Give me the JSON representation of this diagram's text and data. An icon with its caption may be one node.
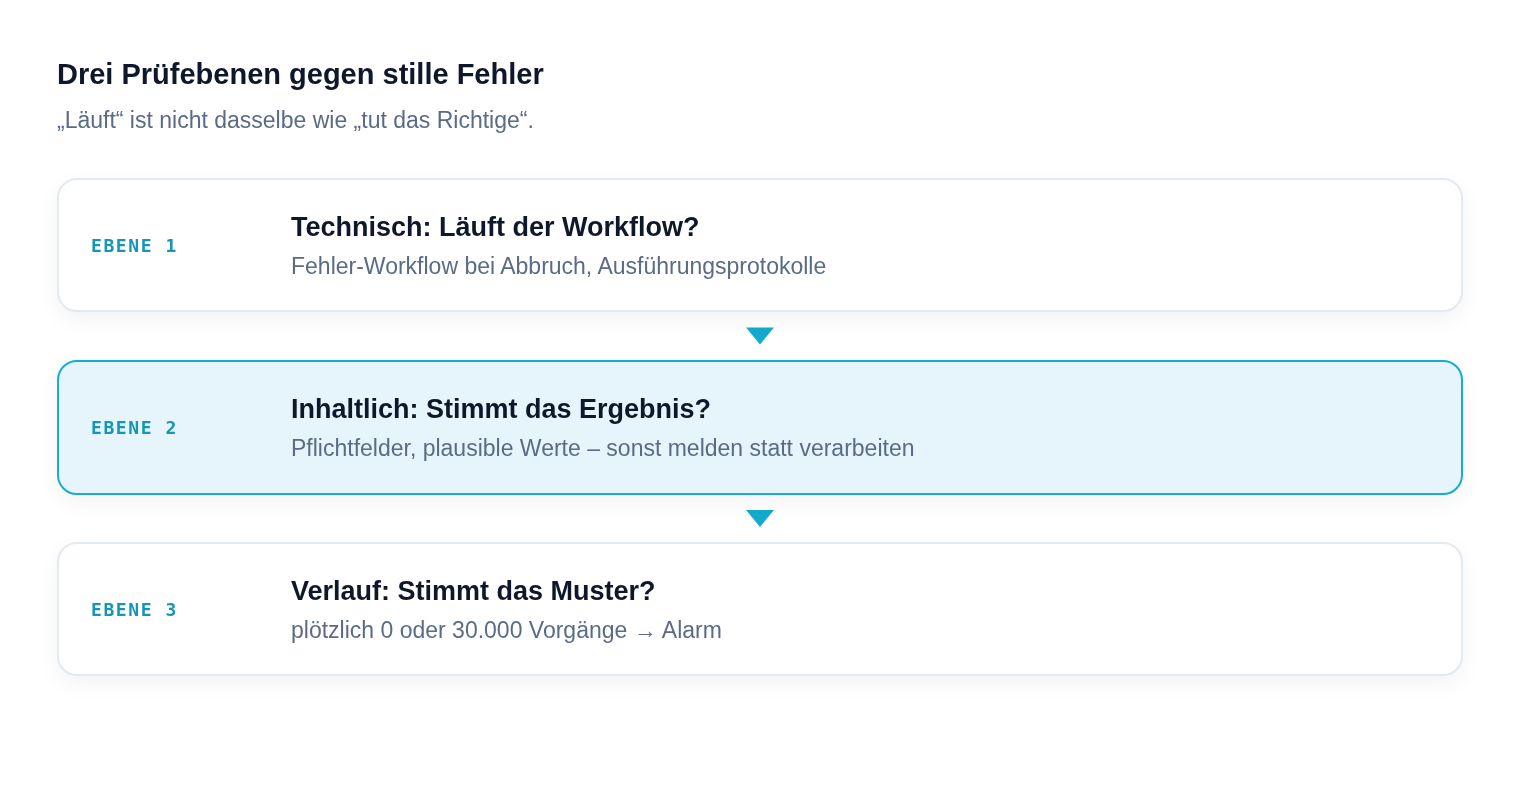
{
  "diagram": {
    "title": "Drei Prüfebenen gegen stille Fehler",
    "nodes": [
      {
        "text": [
          "EBENE 1",
          "Technisch: Läuft der Workflow?",
          "Fehler-Workflow bei Abbruch, Ausführungsprotokolle"
        ]
      },
      {
        "text": [
          "EBENE 2",
          "Inhaltlich: Stimmt das Ergebnis?",
          "Pflichtfelder, plausible Werte – sonst melden statt verarbeiten"
        ]
      },
      {
        "text": [
          "EBENE 3",
          "Verlauf: Stimmt das Muster?",
          "plötzlich 0 oder 30.000 Vorgänge → Alarm"
        ]
      }
    ],
    "edges": [
      {
        "from": 0,
        "to": 1,
        "arrow": "to"
      },
      {
        "from": 1,
        "to": 2,
        "arrow": "to"
      }
    ],
    "labels": [
      "„Läuft“ ist nicht dasselbe wie „tut das Richtige“."
    ]
  }
}
